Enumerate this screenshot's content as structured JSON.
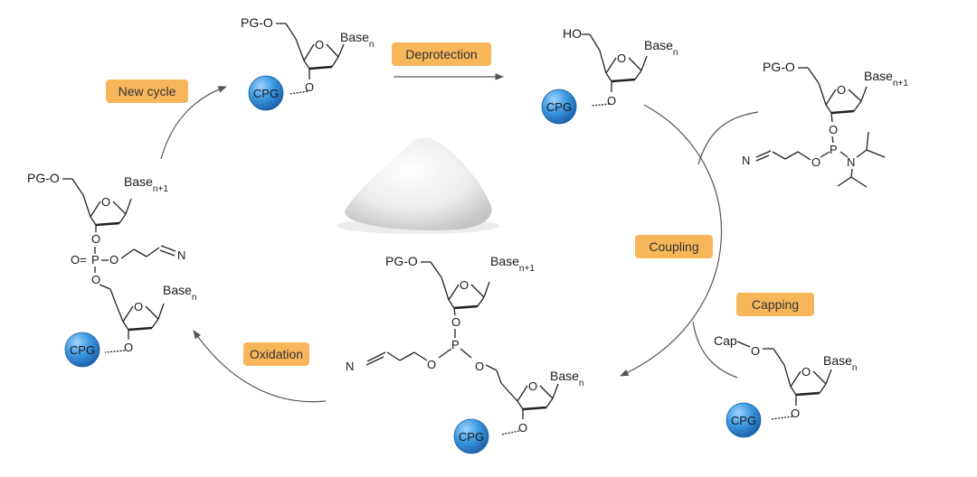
{
  "colors": {
    "step_label": "#f8b65a",
    "cpg_bead": "#2f8fd8",
    "line": "#222222",
    "arrow": "#555555"
  },
  "steps": {
    "deprotection": "Deprotection",
    "coupling": "Coupling",
    "capping": "Capping",
    "oxidation": "Oxidation",
    "new_cycle": "New cycle"
  },
  "chem": {
    "pg_o": "PG-O",
    "ho": "HO",
    "cap": "Cap",
    "o": "O",
    "p": "P",
    "n": "N",
    "o_eq": "O=",
    "base": "Base",
    "sub_n": "n",
    "sub_n1": "n+1",
    "cpg": "CPG"
  }
}
